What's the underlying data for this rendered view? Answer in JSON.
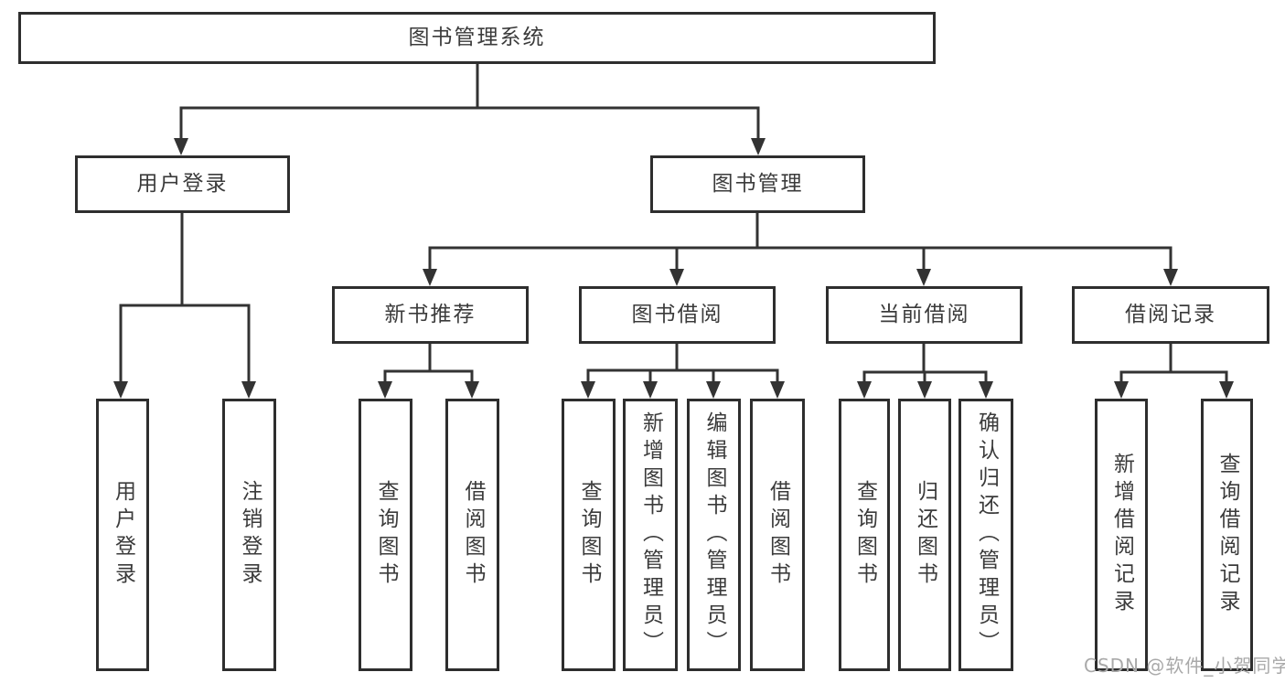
{
  "tree": {
    "label": "图书管理系统",
    "children": [
      {
        "label": "用户登录",
        "children": [
          {
            "label": "用户登录"
          },
          {
            "label": "注销登录"
          }
        ]
      },
      {
        "label": "图书管理",
        "children": [
          {
            "label": "新书推荐",
            "children": [
              {
                "label": "查询图书"
              },
              {
                "label": "借阅图书"
              }
            ]
          },
          {
            "label": "图书借阅",
            "children": [
              {
                "label": "查询图书"
              },
              {
                "label": "新增图书（管理员）"
              },
              {
                "label": "编辑图书（管理员）"
              },
              {
                "label": "借阅图书"
              }
            ]
          },
          {
            "label": "当前借阅",
            "children": [
              {
                "label": "查询图书"
              },
              {
                "label": "归还图书"
              },
              {
                "label": "确认归还（管理员）"
              }
            ]
          },
          {
            "label": "借阅记录",
            "children": [
              {
                "label": "新增借阅记录"
              },
              {
                "label": "查询借阅记录"
              }
            ]
          }
        ]
      }
    ]
  },
  "watermark": {
    "text": "CSDN @软件_小贺同学"
  },
  "colors": {
    "line": "#333333",
    "box_border": "#2e2e2e",
    "box_background": "#ffffff",
    "text": "#3b3b3b",
    "watermark": "#a9a9a9",
    "page_background": "#ffffff"
  }
}
